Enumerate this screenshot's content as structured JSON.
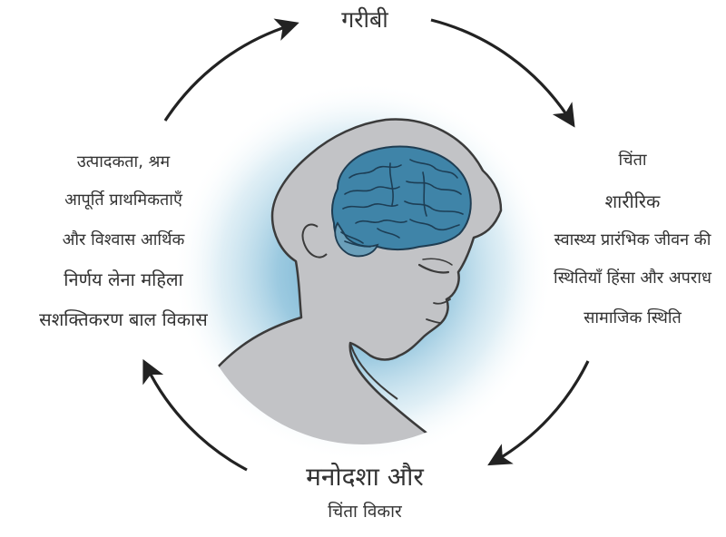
{
  "diagram": {
    "top_label": "गरीबी",
    "left_lines": [
      "उत्पादकता, श्रम",
      "आपूर्ति प्राथमिकताएँ",
      "और विश्वास आर्थिक",
      "निर्णय लेना महिला",
      "सशक्तिकरण बाल विकास"
    ],
    "right_lines": [
      "चिंता",
      "शारीरिक",
      "स्वास्थ्य प्रारंभिक जीवन की",
      "स्थितियाँ हिंसा और अपराध",
      "सामाजिक स्थिति"
    ],
    "bottom_line1": "मनोदशा और",
    "bottom_line2": "चिंता विकार"
  },
  "colors": {
    "text": "#333333",
    "arrow": "#222222",
    "glow": "#5fa8c8",
    "head_fill": "#c2c3c6",
    "head_stroke": "#3b3b3b",
    "brain_fill": "#3f84a8",
    "brain_dark": "#2b6386"
  },
  "icons": [
    "cycle-arrow-icon",
    "head-silhouette-icon",
    "brain-icon"
  ]
}
